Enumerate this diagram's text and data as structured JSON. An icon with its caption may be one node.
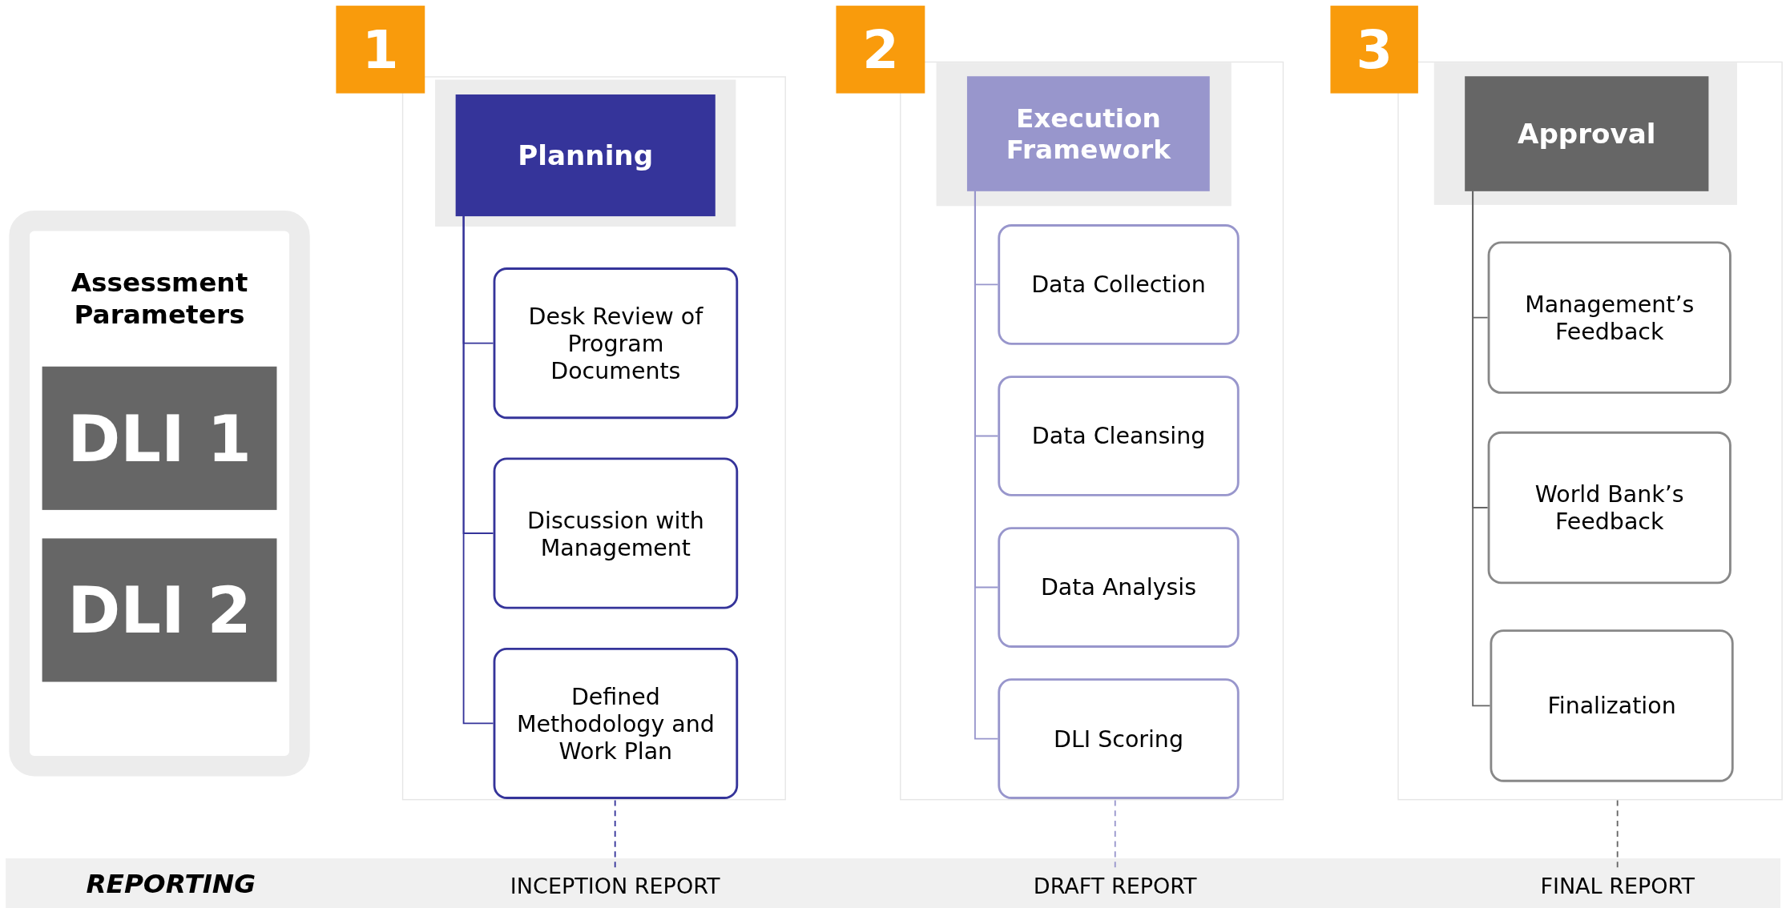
{
  "diagram": {
    "nodes": [
      {
        "text": [
          "Assessment Parameters"
        ]
      },
      {
        "text": [
          "DLI 1"
        ],
        "in": 0
      },
      {
        "text": [
          "DLI 2"
        ],
        "in": 0
      },
      {
        "text": [
          "1"
        ]
      },
      {
        "text": [],
        "shape": "box"
      },
      {
        "text": [
          "Planning"
        ],
        "in": 4
      },
      {
        "text": [
          "Desk Review of Program Documents"
        ],
        "in": 4
      },
      {
        "text": [
          "Discussion with Management"
        ],
        "in": 4
      },
      {
        "text": [
          "Defined Methodology and Work Plan"
        ],
        "in": 4
      },
      {
        "text": [
          "2"
        ]
      },
      {
        "text": [],
        "shape": "box"
      },
      {
        "text": [
          "Execution Framework"
        ],
        "in": 10
      },
      {
        "text": [
          "Data Collection"
        ],
        "in": 10
      },
      {
        "text": [
          "Data Cleansing"
        ],
        "in": 10
      },
      {
        "text": [
          "Data Analysis"
        ],
        "in": 10
      },
      {
        "text": [
          "DLI Scoring"
        ],
        "in": 10
      },
      {
        "text": [
          "3"
        ]
      },
      {
        "text": [],
        "shape": "box"
      },
      {
        "text": [
          "Approval"
        ],
        "in": 17
      },
      {
        "text": [
          "Management’s Feedback"
        ],
        "in": 17
      },
      {
        "text": [
          "World Bank’s Feedback"
        ],
        "in": 17
      },
      {
        "text": [
          "Finalization"
        ],
        "in": 17
      },
      {
        "text": [
          "REPORTING"
        ]
      },
      {
        "text": [
          "INCEPTION REPORT"
        ],
        "in": 22
      },
      {
        "text": [
          "DRAFT REPORT"
        ],
        "in": 22
      },
      {
        "text": [
          "FINAL REPORT"
        ],
        "in": 22
      }
    ],
    "edges": [
      {
        "from": 5,
        "to": 6,
        "arrow": "none",
        "color": "#35349a"
      },
      {
        "from": 5,
        "to": 7,
        "arrow": "none",
        "color": "#35349a"
      },
      {
        "from": 5,
        "to": 8,
        "arrow": "none",
        "color": "#35349a"
      },
      {
        "from": 11,
        "to": 12,
        "arrow": "none",
        "color": "#9896cc"
      },
      {
        "from": 11,
        "to": 13,
        "arrow": "none",
        "color": "#9896cc"
      },
      {
        "from": 11,
        "to": 14,
        "arrow": "none",
        "color": "#9896cc"
      },
      {
        "from": 11,
        "to": 15,
        "arrow": "none",
        "color": "#9896cc"
      },
      {
        "from": 18,
        "to": 19,
        "arrow": "none",
        "color": "#666666"
      },
      {
        "from": 18,
        "to": 20,
        "arrow": "none",
        "color": "#666666"
      },
      {
        "from": 18,
        "to": 21,
        "arrow": "none",
        "color": "#666666"
      },
      {
        "from": 4,
        "to": 23,
        "arrow": "none",
        "style": "dashed",
        "color": "#35349a"
      },
      {
        "from": 10,
        "to": 24,
        "arrow": "none",
        "style": "dashed",
        "color": "#9896cc"
      },
      {
        "from": 17,
        "to": 25,
        "arrow": "none",
        "style": "dashed",
        "color": "#666666"
      }
    ]
  }
}
